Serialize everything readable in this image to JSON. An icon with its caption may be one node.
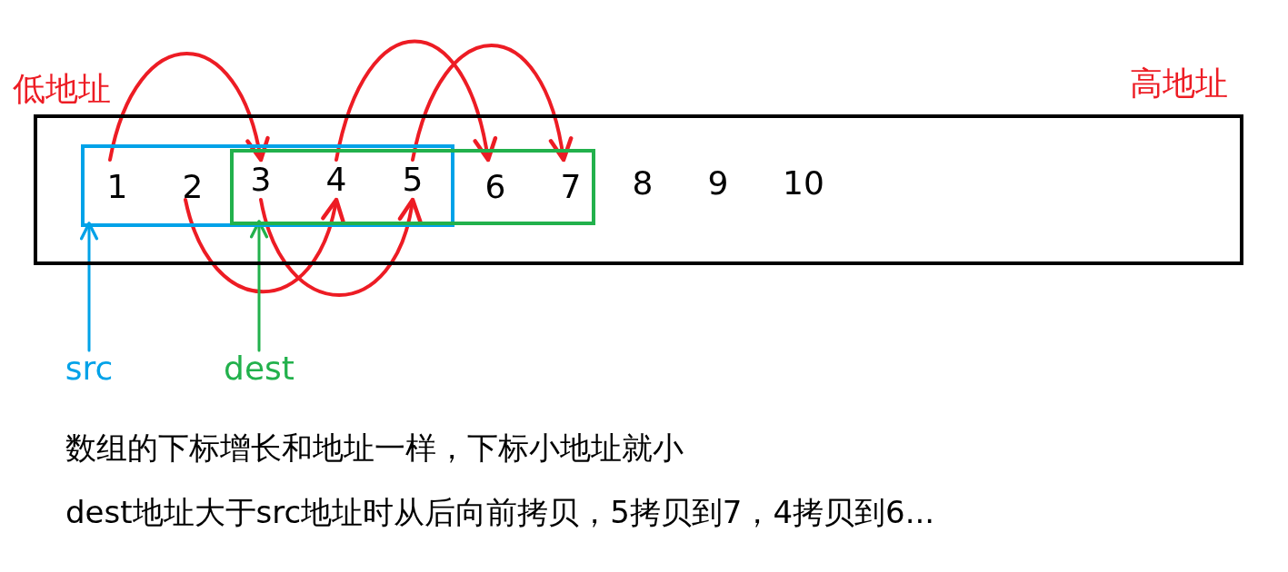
{
  "diagram": {
    "nodes": [
      {
        "text": [],
        "shape": "box"
      },
      {
        "text": [],
        "shape": "box",
        "in": 0
      },
      {
        "text": [],
        "shape": "box",
        "in": 0
      },
      {
        "text": [
          "1"
        ],
        "in": 1
      },
      {
        "text": [
          "2"
        ],
        "in": 1
      },
      {
        "text": [
          "3"
        ]
      },
      {
        "text": [
          "4"
        ]
      },
      {
        "text": [
          "5"
        ]
      },
      {
        "text": [
          "6"
        ],
        "in": 2
      },
      {
        "text": [
          "7"
        ],
        "in": 2
      },
      {
        "text": [
          "8"
        ],
        "in": 0
      },
      {
        "text": [
          "9"
        ],
        "in": 0
      },
      {
        "text": [
          "10"
        ],
        "in": 0
      },
      {
        "text": [
          "src"
        ]
      },
      {
        "text": [
          "dest"
        ]
      }
    ],
    "edges": [
      {
        "from": 3,
        "to": 5,
        "arrow": "to"
      },
      {
        "from": 4,
        "to": 6,
        "arrow": "to"
      },
      {
        "from": 5,
        "to": 7,
        "arrow": "to"
      },
      {
        "from": 6,
        "to": 8,
        "arrow": "to"
      },
      {
        "from": 7,
        "to": 9,
        "arrow": "to"
      },
      {
        "from": 13,
        "to": 1,
        "arrow": "to",
        "color": "#00a2e8"
      },
      {
        "from": 14,
        "to": 2,
        "arrow": "to",
        "color": "#22b14c"
      }
    ],
    "labels": [
      "低地址",
      "高地址",
      "数组的下标增长和地址一样，下标小地址就小",
      "dest地址大于src地址时从后向前拷贝，5拷贝到7，4拷贝到6..."
    ]
  }
}
